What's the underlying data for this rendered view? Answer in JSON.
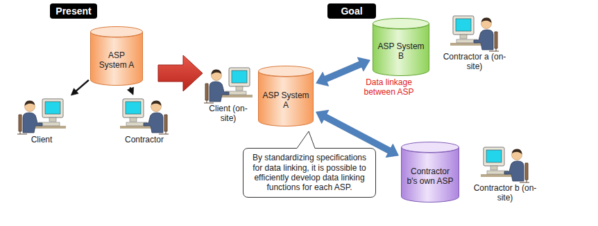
{
  "diagram": {
    "nodes": [
      {
        "text": [
          "Present"
        ]
      },
      {
        "text": [
          "ASP System A"
        ]
      },
      {
        "text": [
          "Client"
        ]
      },
      {
        "text": [
          "Contractor"
        ]
      },
      {
        "text": [
          "Goal"
        ]
      },
      {
        "text": [
          "Client (on-site)"
        ]
      },
      {
        "text": [
          "ASP System A"
        ]
      },
      {
        "text": [
          "ASP System B"
        ]
      },
      {
        "text": [
          "Contractor a (on-site)"
        ]
      },
      {
        "text": [
          "By standardizing specifications for data linking, it is possible to efficiently develop data linking functions for each ASP."
        ]
      },
      {
        "text": [
          "Contractor b's own ASP"
        ]
      },
      {
        "text": [
          "Contractor b (on-site)"
        ]
      }
    ],
    "edges": [
      {
        "from": 1,
        "to": 2,
        "arrow": "to"
      },
      {
        "from": 1,
        "to": 3,
        "arrow": "to"
      },
      {
        "from": 6,
        "to": 7,
        "arrow": "both",
        "label": "Data linkage between ASP"
      },
      {
        "from": 6,
        "to": 10,
        "arrow": "both"
      }
    ]
  }
}
